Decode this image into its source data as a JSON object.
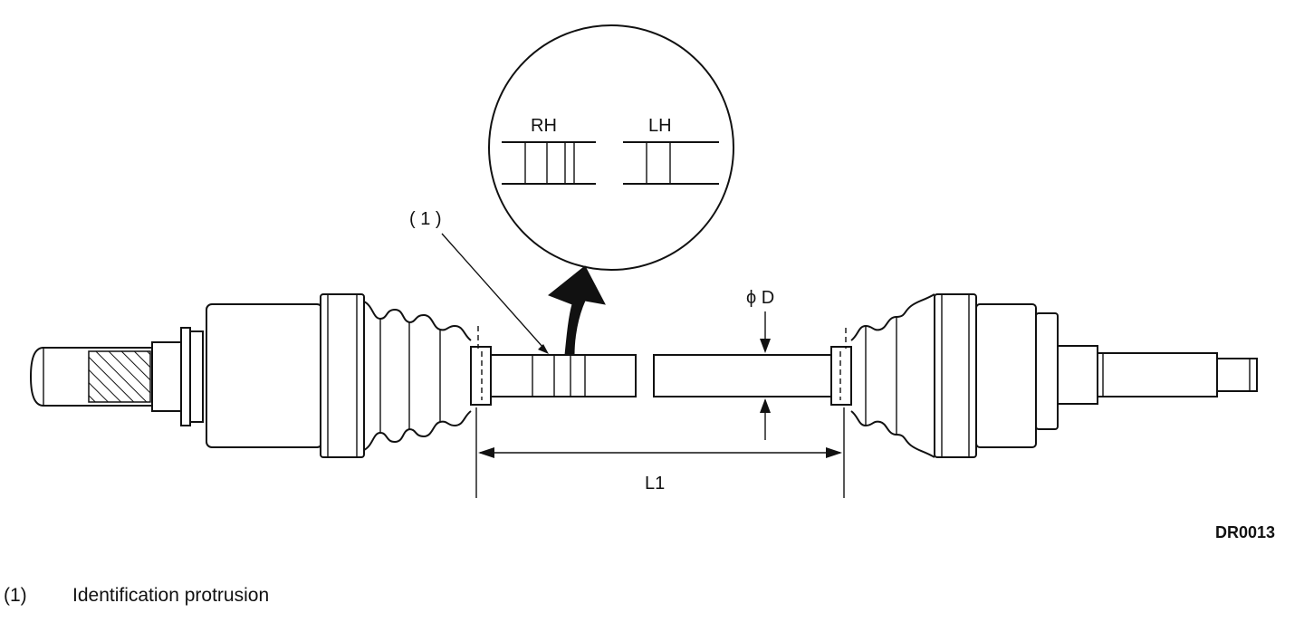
{
  "diagram": {
    "labels": {
      "rh": "RH",
      "lh": "LH",
      "callout": "( 1 )",
      "diameter": "ϕ D",
      "length": "L1",
      "figure_code": "DR0013"
    }
  },
  "legend": {
    "items": [
      {
        "number": "(1)",
        "description": "Identification protrusion"
      }
    ]
  }
}
